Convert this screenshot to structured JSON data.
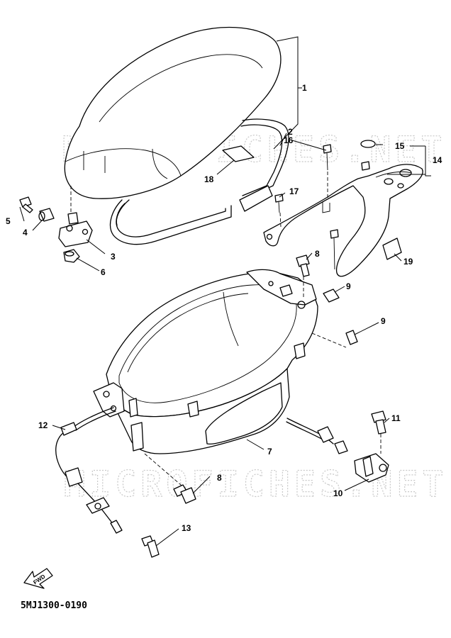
{
  "diagram": {
    "part_code": "5MJ1300-0190",
    "fwd_label": "FWD",
    "watermark_top": "MICROFICHES.NET",
    "watermark_bottom": "MICROFICHES.NET",
    "callouts": [
      "1",
      "2",
      "3",
      "4",
      "5",
      "6",
      "7",
      "8",
      "8",
      "9",
      "9",
      "10",
      "11",
      "12",
      "13",
      "14",
      "15",
      "16",
      "17",
      "18",
      "19"
    ]
  }
}
